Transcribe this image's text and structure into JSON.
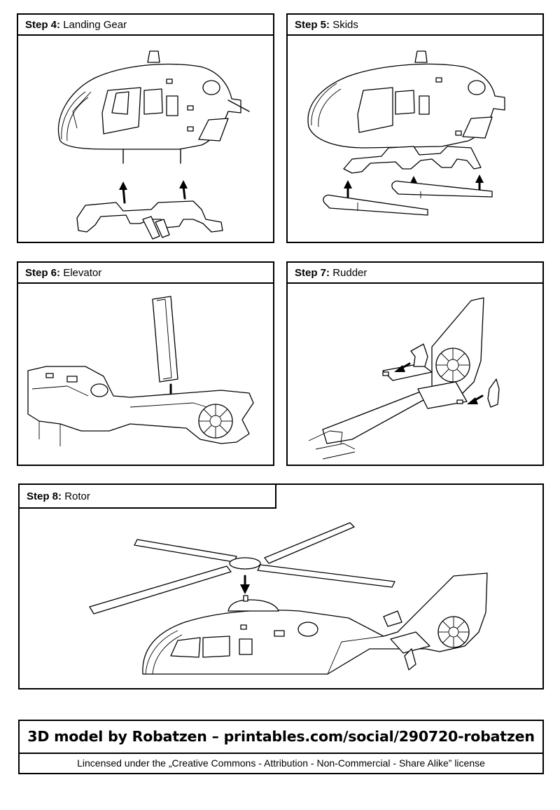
{
  "steps": [
    {
      "number": "Step 4:",
      "title": "Landing Gear"
    },
    {
      "number": "Step 5:",
      "title": "Skids"
    },
    {
      "number": "Step 6:",
      "title": "Elevator"
    },
    {
      "number": "Step 7:",
      "title": "Rudder"
    },
    {
      "number": "Step 8:",
      "title": "Rotor"
    }
  ],
  "footer": {
    "title": "3D model by Robatzen – printables.com/social/290720-robatzen",
    "license": "Lincensed under the „Creative Commons - Attribution - Non-Commercial - Share Alike” license"
  }
}
